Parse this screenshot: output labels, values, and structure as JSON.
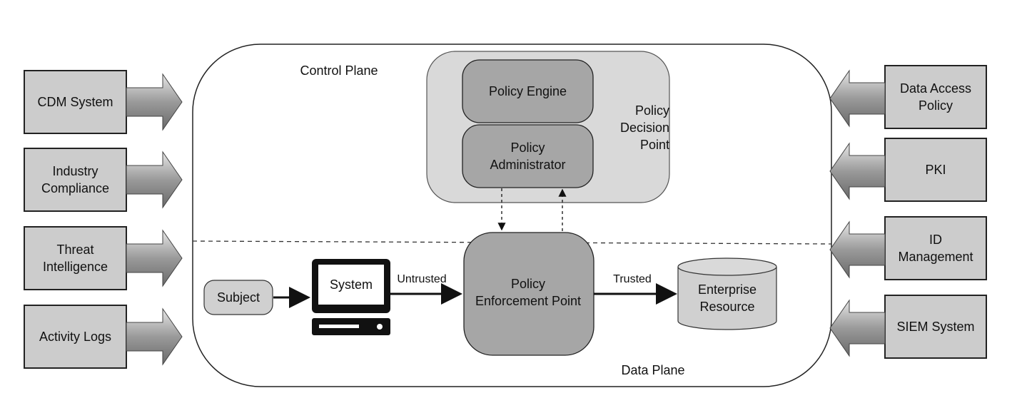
{
  "planes": {
    "control": "Control Plane",
    "data": "Data Plane"
  },
  "pdp": {
    "label": "Policy\nDecision\nPoint",
    "engine": "Policy Engine",
    "administrator": "Policy\nAdministrator"
  },
  "pep": {
    "label": "Policy\nEnforcement Point"
  },
  "subject": "Subject",
  "system": "System",
  "enterprise_resource": "Enterprise\nResource",
  "flows": {
    "untrusted": "Untrusted",
    "trusted": "Trusted"
  },
  "left_inputs": [
    "CDM System",
    "Industry\nCompliance",
    "Threat\nIntelligence",
    "Activity Logs"
  ],
  "right_inputs": [
    "Data Access\nPolicy",
    "PKI",
    "ID\nManagement",
    "SIEM System"
  ],
  "colors": {
    "box_gray": "#cccccc",
    "pdp_gray": "#d9d9d9",
    "component_gray": "#a6a6a6",
    "stroke": "#222222"
  }
}
